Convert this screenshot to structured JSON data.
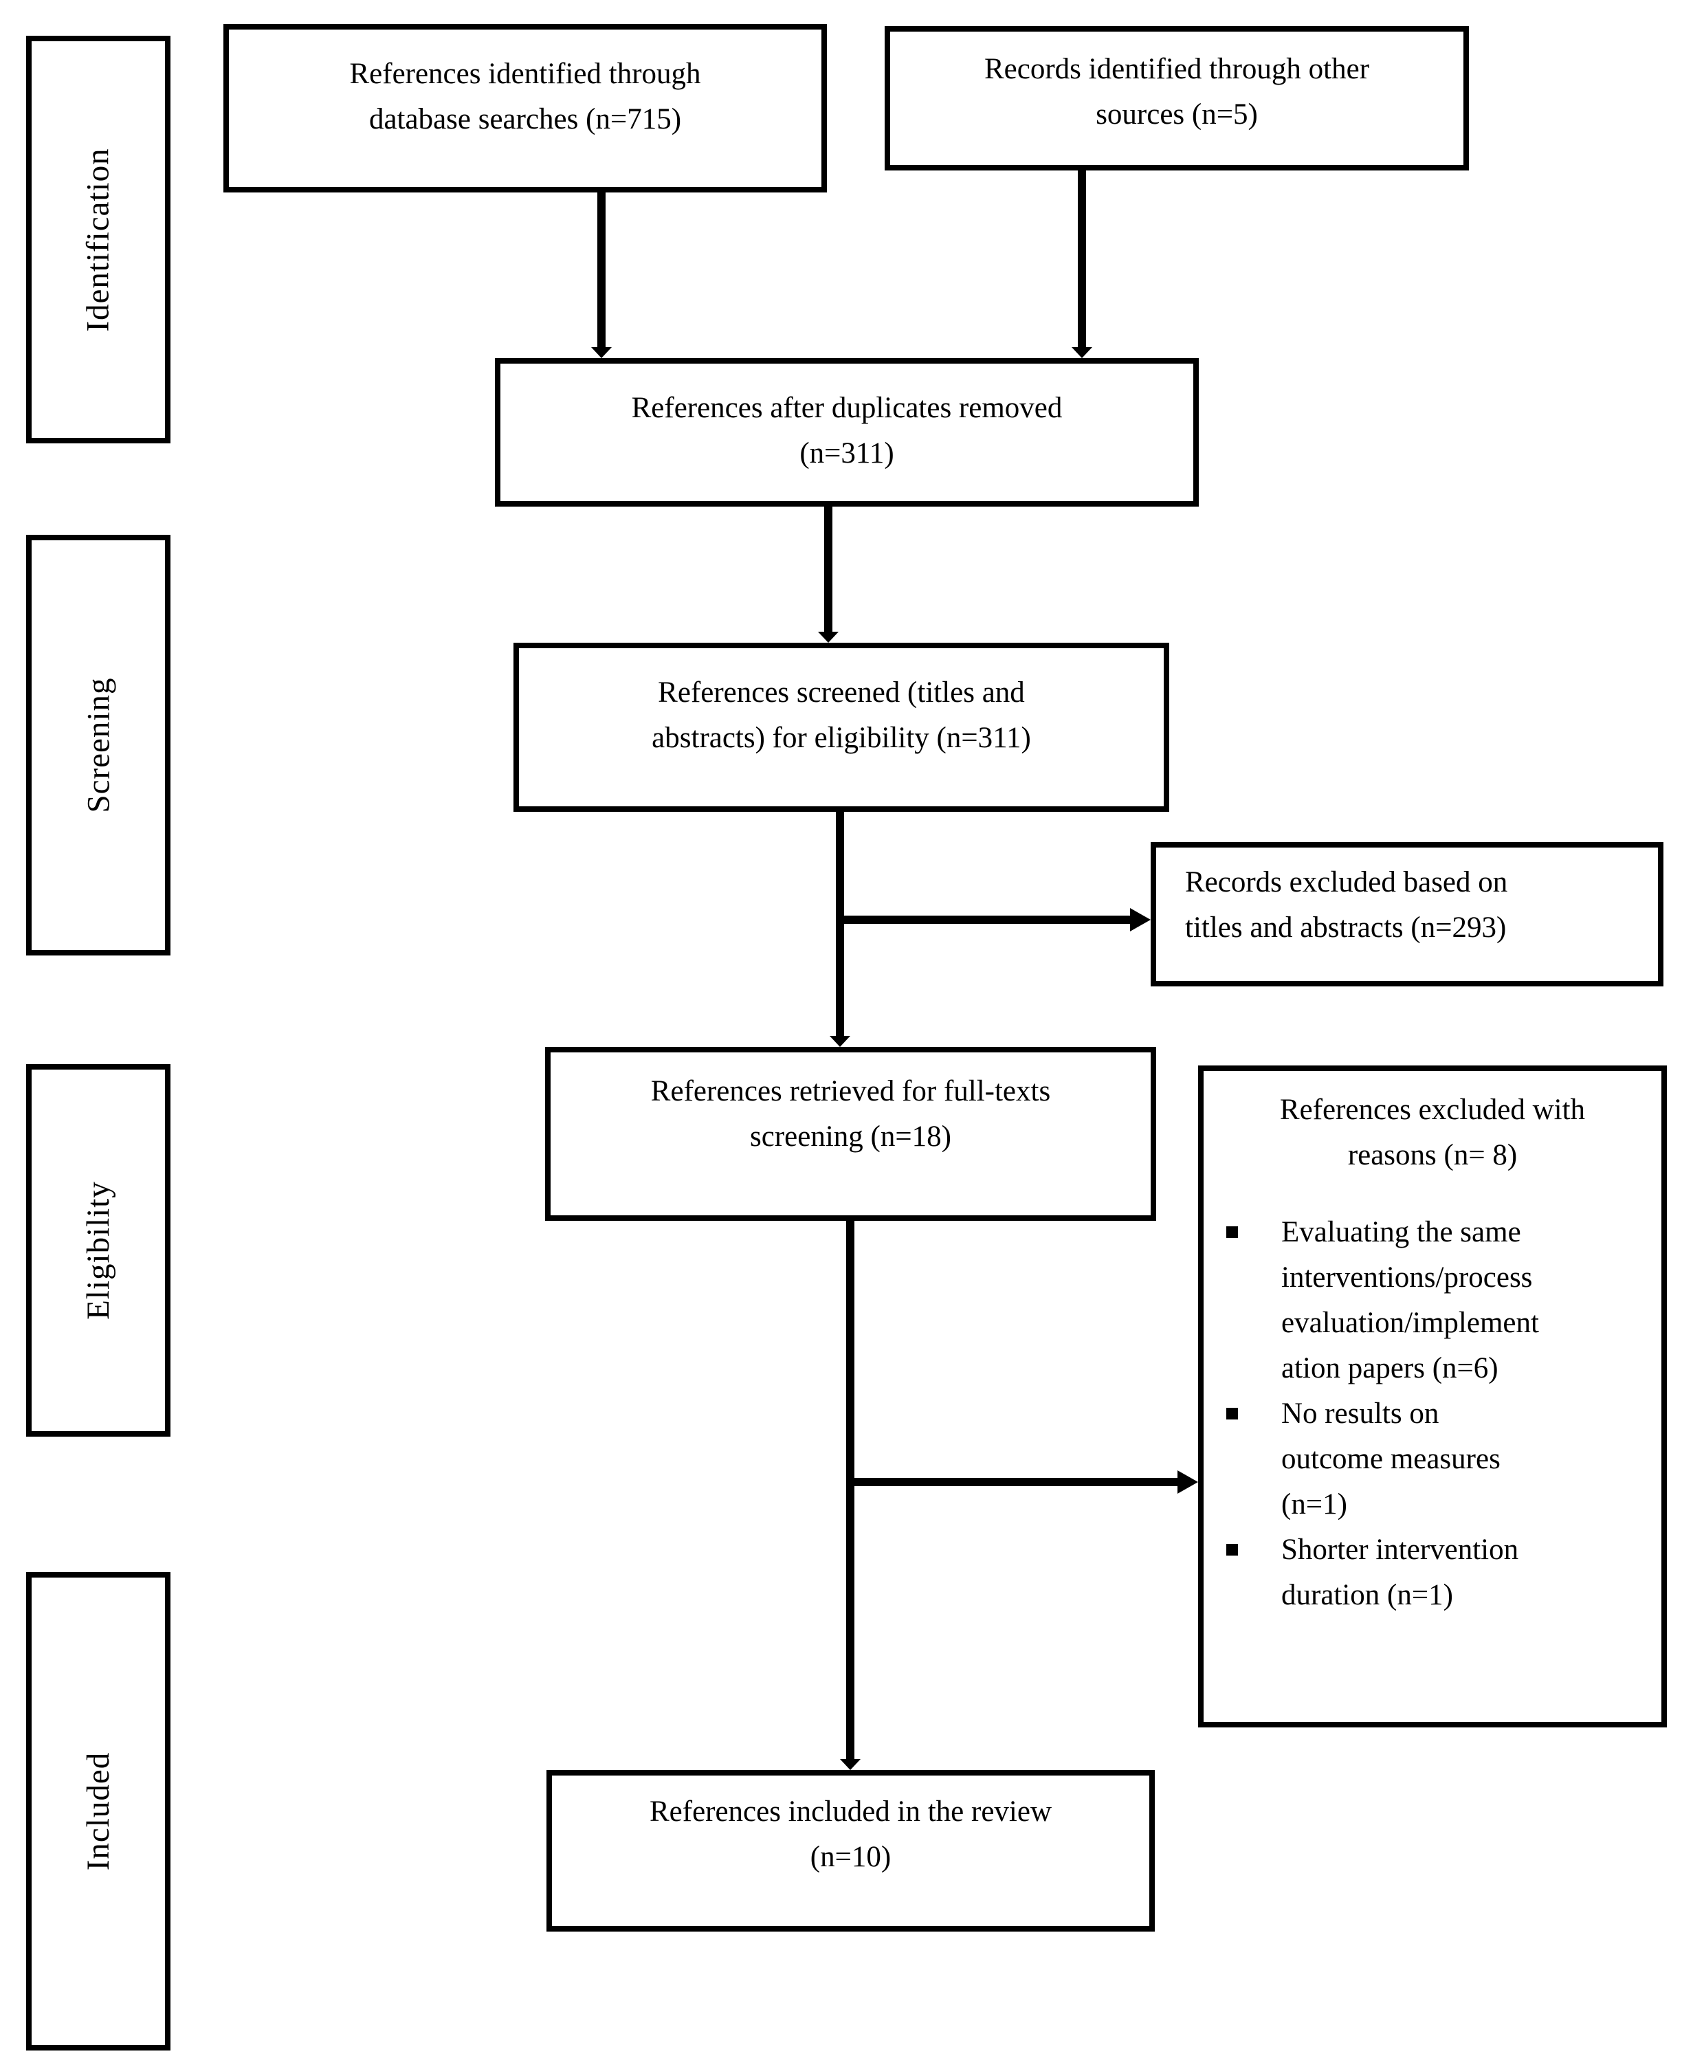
{
  "stages": [
    {
      "label": "Identification"
    },
    {
      "label": "Screening"
    },
    {
      "label": "Eligibility"
    },
    {
      "label": "Included"
    }
  ],
  "boxes": {
    "identified_db": {
      "text": "References identified through\ndatabase searches (n=715)"
    },
    "identified_other": {
      "text": "Records identified through other\nsources (n=5)"
    },
    "after_duplicates": {
      "text": "References after duplicates removed\n(n=311)"
    },
    "screened": {
      "text": "References screened (titles and\nabstracts) for eligibility (n=311)"
    },
    "excluded_titles": {
      "text": "Records excluded based on\ntitles and abstracts (n=293)"
    },
    "fulltext": {
      "text": "References retrieved for full-texts\nscreening (n=18)"
    },
    "excluded_reasons": {
      "heading": "References excluded with\nreasons (n= 8)",
      "bullets": [
        "Evaluating the same\ninterventions/process\nevaluation/implement\nation papers (n=6)",
        "No results on\noutcome measures\n(n=1)",
        "Shorter intervention\nduration (n=1)"
      ]
    },
    "included": {
      "text": "References included in the review\n(n=10)"
    }
  },
  "colors": {
    "line": "#000000",
    "background": "#ffffff"
  }
}
